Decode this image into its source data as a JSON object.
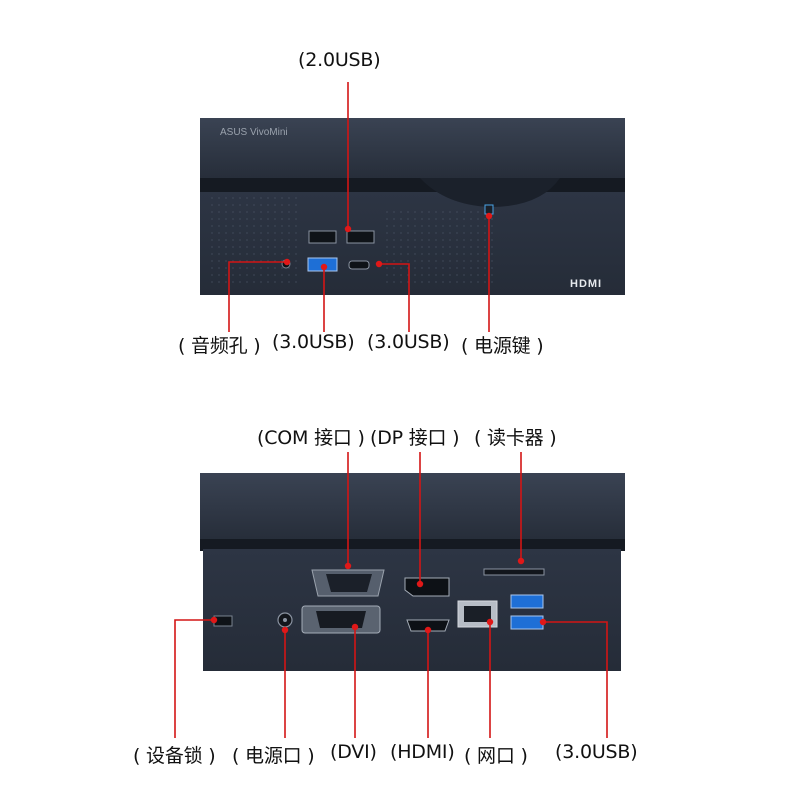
{
  "front": {
    "brand": "ASUS VivoMini",
    "hdmi_logo": "HDMI",
    "labels": {
      "usb20": "(2.0USB)",
      "audio": "( 音频孔 )",
      "usb30_a": "(3.0USB)",
      "usb30_b": "(3.0USB)",
      "power_button": "( 电源键 )"
    }
  },
  "rear": {
    "labels": {
      "com": "(COM 接口 )",
      "dp": "(DP 接口 )",
      "card_reader": "( 读卡器 )",
      "lock": "( 设备锁 )",
      "power_port": "( 电源口 )",
      "dvi": "(DVI)",
      "hdmi": "(HDMI)",
      "lan": "( 网口 )",
      "usb30": "(3.0USB)"
    }
  },
  "colors": {
    "line": "#d31515",
    "dot": "#e01818",
    "body": "#2f3746",
    "body_dark": "#232a36"
  }
}
